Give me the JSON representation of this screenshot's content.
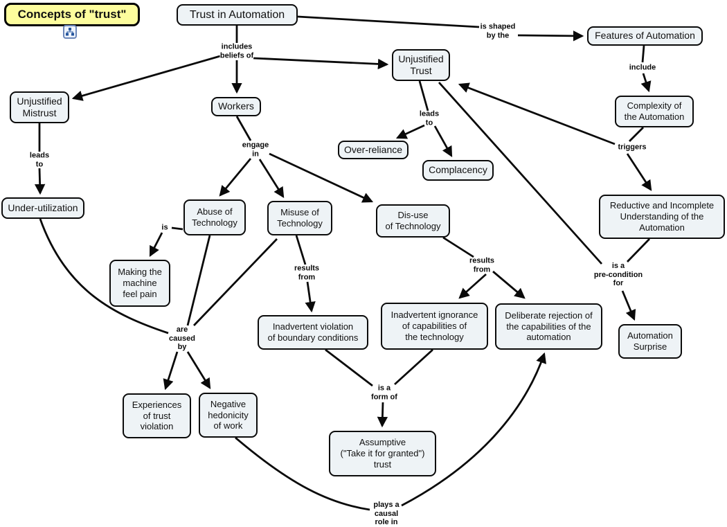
{
  "title": "Concepts of \"trust\"",
  "icons": {
    "expand": "tree-diagram-icon"
  },
  "colors": {
    "title_bg": "#fdfd9d",
    "node_bg": "#eef3f6",
    "border": "#000000",
    "line": "#000000"
  },
  "nodes": {
    "trust_in_automation": "Trust in Automation",
    "features_of_automation": "Features of Automation",
    "unjustified_trust": "Unjustified\nTrust",
    "unjustified_mistrust": "Unjustified\nMistrust",
    "workers": "Workers",
    "complexity_of_automation": "Complexity of\nthe Automation",
    "over_reliance": "Over-reliance",
    "complacency": "Complacency",
    "under_utilization": "Under-utilization",
    "abuse_of_technology": "Abuse of\nTechnology",
    "misuse_of_technology": "Misuse of\nTechnology",
    "disuse_of_technology": "Dis-use\nof Technology",
    "reductive_understanding": "Reductive and Incomplete\nUnderstanding of the\nAutomation",
    "making_machine_feel_pain": "Making the\nmachine\nfeel pain",
    "inadvertent_violation": "Inadvertent violation\nof boundary conditions",
    "inadvertent_ignorance": "Inadvertent ignorance\nof capabilities of\nthe technology",
    "deliberate_rejection": "Deliberate rejection of\nthe capabilities of the\nautomation",
    "automation_surprise": "Automation\nSurprise",
    "experiences_trust_violation": "Experiences\nof trust\nviolation",
    "negative_hedonicity": "Negative\nhedonicity\nof work",
    "assumptive_trust": "Assumptive\n(\"Take it for granted\")\ntrust"
  },
  "links": {
    "includes_beliefs_of": "includes\nbeliefs of",
    "is_shaped_by_the": "is shaped\nby the",
    "include": "include",
    "leads_to_mistrust": "leads\nto",
    "leads_to_trust": "leads\nto",
    "engage_in": "engage\nin",
    "triggers": "triggers",
    "is": "is",
    "results_from_misuse": "results\nfrom",
    "results_from_disuse": "results\nfrom",
    "are_caused_by": "are\ncaused\nby",
    "is_a_precondition_for": "is a\npre-condition\nfor",
    "is_a_form_of": "is a\nform of",
    "plays_causal_role_in": "plays a\ncausal\nrole in"
  }
}
